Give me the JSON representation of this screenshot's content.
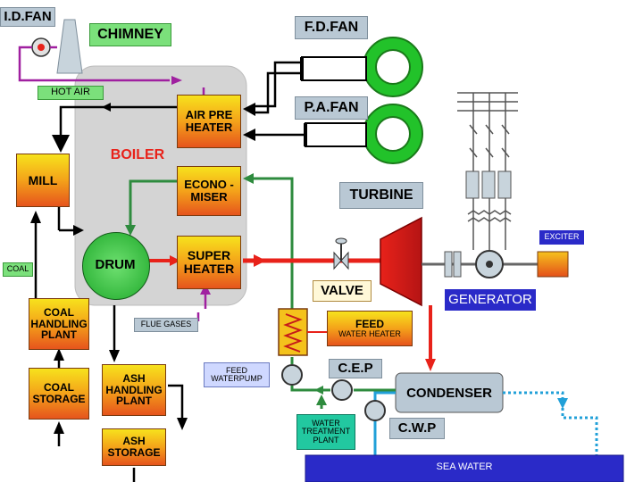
{
  "labels": {
    "id_fan": "I.D.FAN",
    "chimney": "CHIMNEY",
    "fd_fan": "F.D.FAN",
    "pa_fan": "P.A.FAN",
    "hot_air": "HOT AIR",
    "boiler": "BOILER",
    "air_pre_heater": "AIR PRE HEATER",
    "economiser": "ECONO -MISER",
    "super_heater": "SUPER HEATER",
    "drum": "DRUM",
    "mill": "MILL",
    "coal": "COAL",
    "coal_handling": "COAL HANDLING PLANT",
    "coal_storage": "COAL STORAGE",
    "ash_handling": "ASH HANDLING PLANT",
    "ash_storage": "ASH STORAGE",
    "flue_gases": "FLUE GASES",
    "turbine": "TURBINE",
    "valve": "VALVE",
    "exciter": "EXCITER",
    "generator": "GENERATOR",
    "feed_water_heater_1": "FEED",
    "feed_water_heater_2": "WATER HEATER",
    "feed_water_pump": "FEED WATERPUMP",
    "cep": "C.E.P",
    "condenser": "CONDENSER",
    "water_treatment": "WATER TREATMENT PLANT",
    "cwp": "C.W.P",
    "sea_water": "SEA WATER"
  },
  "colors": {
    "boiler_body": "#d4d4d4",
    "steam_red": "#e8221a",
    "water_green": "#2e8b3e",
    "air_black": "#000000",
    "flue_purple": "#a020a0",
    "fan_green": "#22c22a",
    "sea_blue": "#2a2ac8",
    "cooling_cyan": "#21a0d8"
  }
}
